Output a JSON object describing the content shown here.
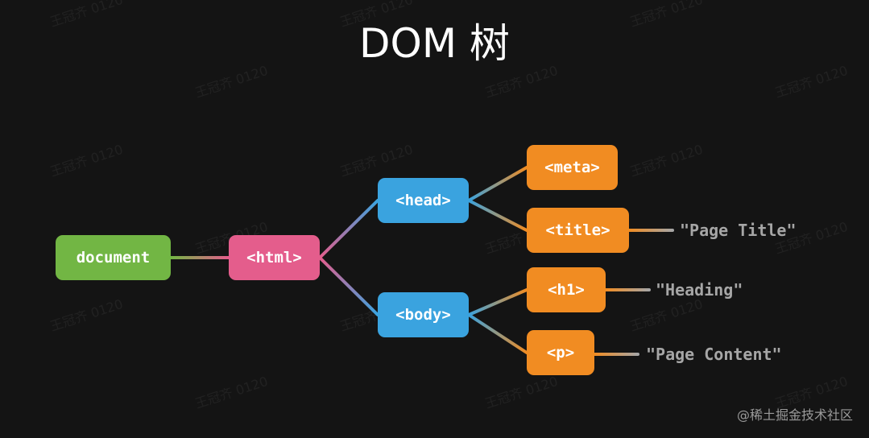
{
  "title": "DOM 树",
  "nodes": {
    "document": "document",
    "html": "<html>",
    "head": "<head>",
    "body": "<body>",
    "meta": "<meta>",
    "title": "<title>",
    "h1": "<h1>",
    "p": "<p>"
  },
  "text_leaves": {
    "page_title": "\"Page Title\"",
    "heading": "\"Heading\"",
    "page_content": "\"Page Content\""
  },
  "colors": {
    "background": "#141414",
    "document": "#72b644",
    "html": "#e45d8c",
    "head_body": "#3aa3df",
    "leaves": "#f18c22",
    "text_leaf": "#a6a6a6"
  },
  "watermark": "王冠齐 0120",
  "credit": "@稀土掘金技术社区"
}
